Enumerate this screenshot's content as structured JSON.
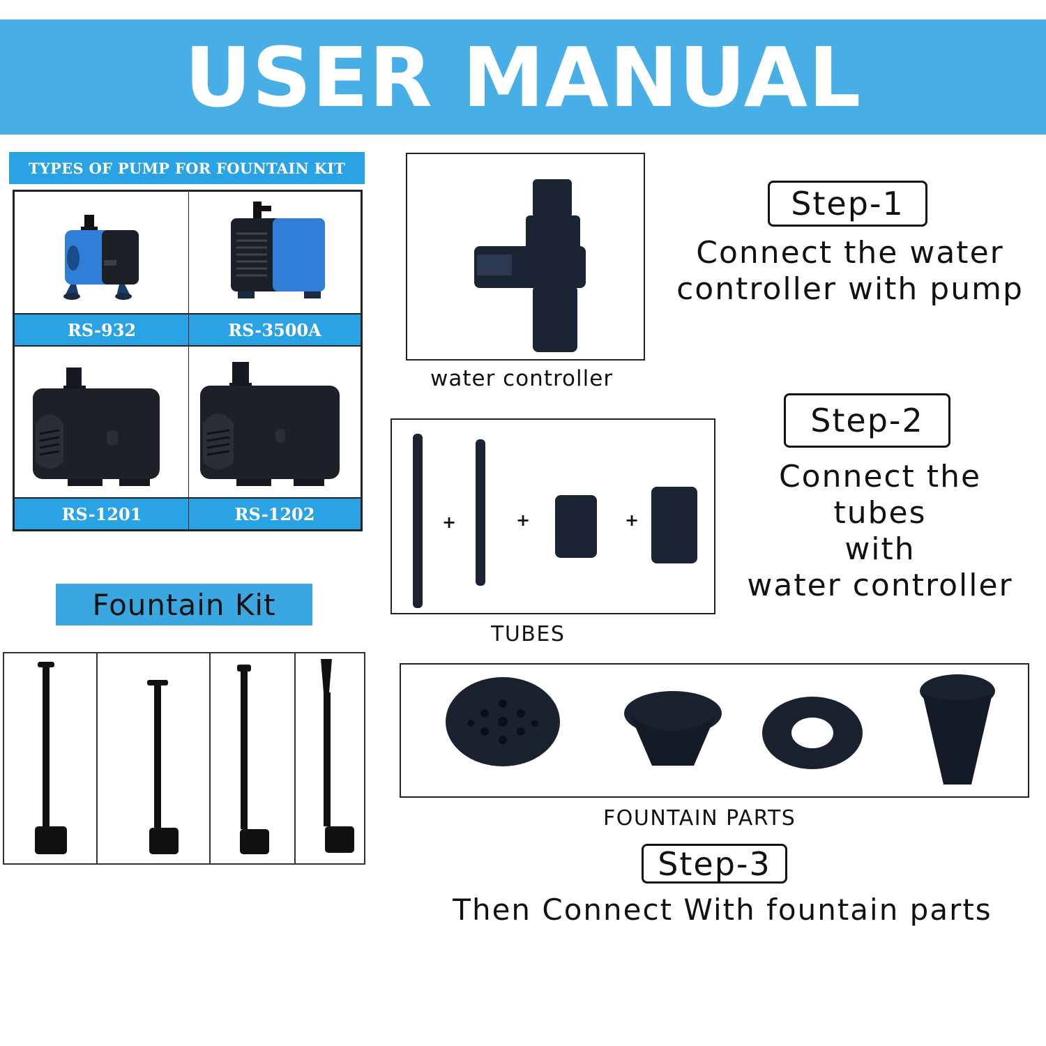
{
  "banner": {
    "title": "USER MANUAL"
  },
  "pump_types": {
    "header": "TYPES OF PUMP FOR FOUNTAIN KIT",
    "models": [
      "RS-932",
      "RS-3500A",
      "RS-1201",
      "RS-1202"
    ]
  },
  "fountain_kit": {
    "label": "Fountain Kit"
  },
  "step1": {
    "badge": "Step-1",
    "line1": "Connect the water",
    "line2": "controller with pump",
    "image_caption": "water controller"
  },
  "step2": {
    "badge": "Step-2",
    "lines": [
      "Connect the",
      "tubes",
      "with",
      "water controller"
    ],
    "image_caption": "TUBES",
    "plus": "+"
  },
  "step3": {
    "badge": "Step-3",
    "text": "Then Connect With fountain parts",
    "image_caption": "FOUNTAIN PARTS"
  },
  "colors": {
    "banner_blue": "#47aee6",
    "label_blue": "#29a3e3",
    "pump_blue": "#2f7fd8",
    "part_black": "#15191f"
  }
}
